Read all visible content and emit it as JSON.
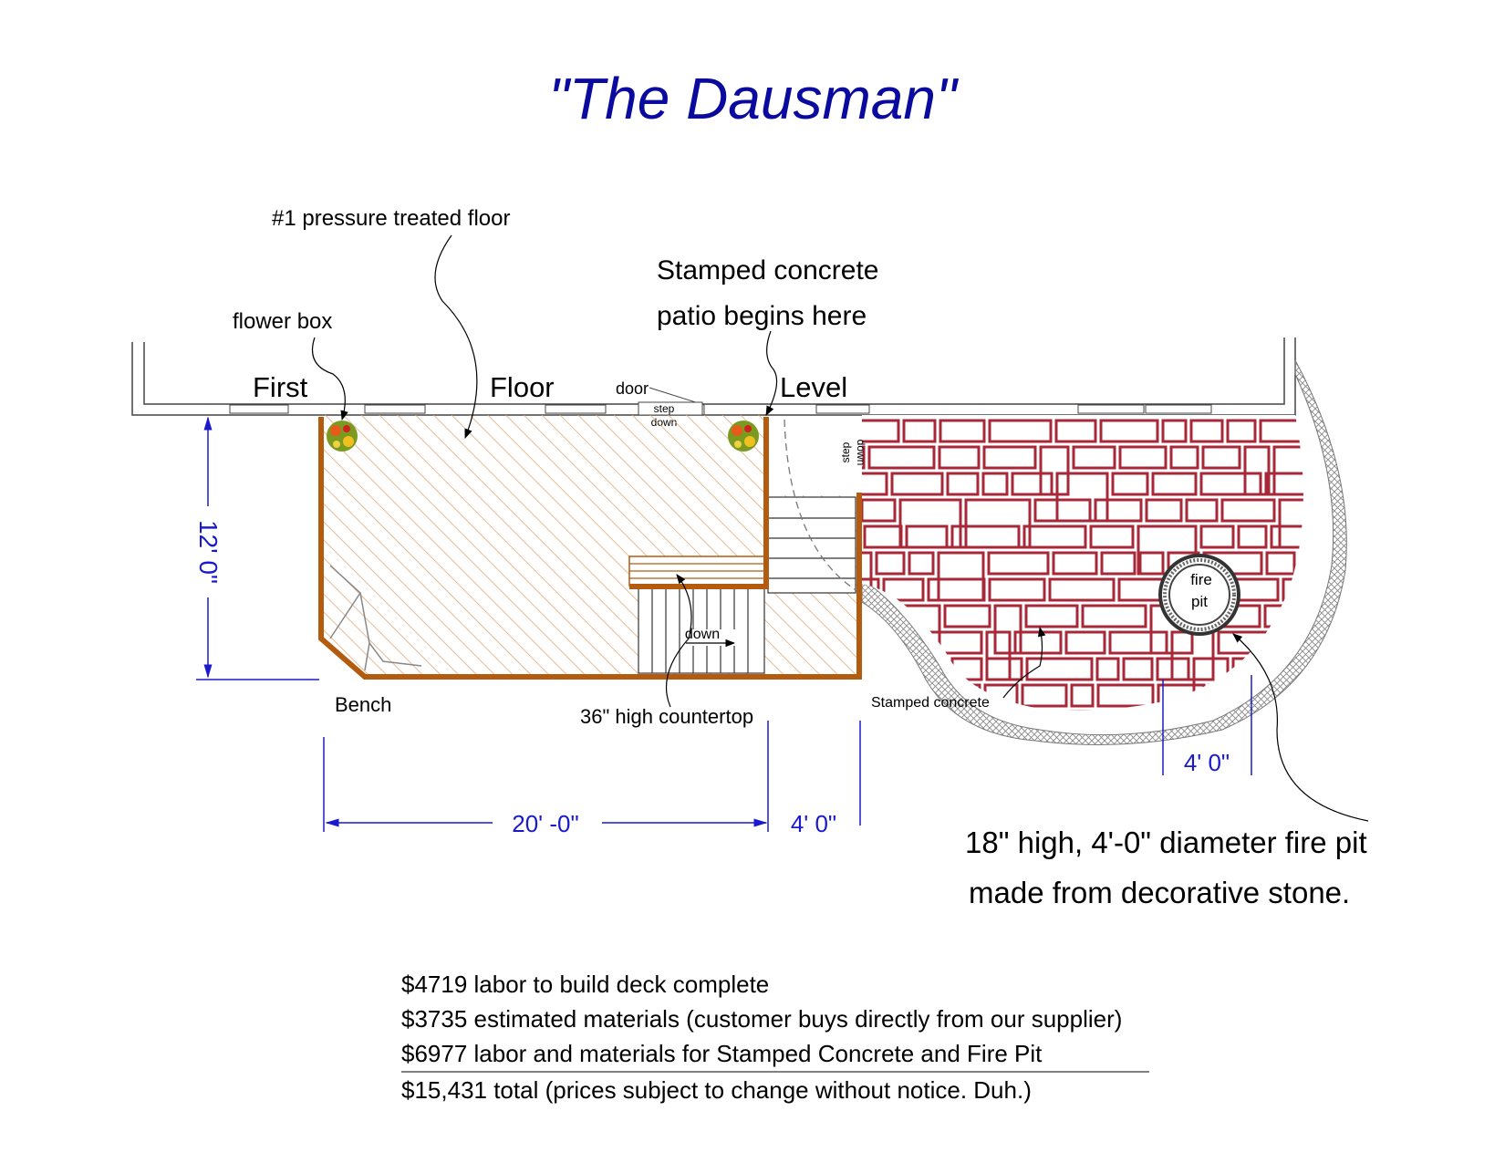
{
  "title": "\"The Dausman\"",
  "labels": {
    "pressure_floor": "#1 pressure treated floor",
    "flower_box": "flower box",
    "stamped_patio_1": "Stamped concrete",
    "stamped_patio_2": "patio begins here",
    "first": "First",
    "floor": "Floor",
    "level": "Level",
    "door": "door",
    "step": "step",
    "down": "down",
    "step_side": "step",
    "down_side": "down",
    "stairs_down": "down",
    "bench": "Bench",
    "countertop": "36\" high countertop",
    "stamped_concrete": "Stamped concrete",
    "fire": "fire",
    "pit": "pit",
    "fire_pit_1": "18\" high, 4'-0\" diameter fire pit",
    "fire_pit_2": "made from decorative stone."
  },
  "dimensions": {
    "height": "12' 0\"",
    "width": "20' -0\"",
    "stairs": "4' 0\"",
    "fire_pit": "4' 0\""
  },
  "costs": [
    "$4719 labor to build deck complete",
    "$3735 estimated materials (customer buys directly from our supplier)",
    "$6977 labor and materials for Stamped Concrete and Fire Pit",
    "$15,431 total (prices subject to change without notice.  Duh.)"
  ],
  "colors": {
    "deck_border": "#b35c10",
    "hatch": "#e0a97a",
    "stamp": "#a8283a",
    "dimension": "#1a1acc",
    "title": "#0a0a9e"
  }
}
